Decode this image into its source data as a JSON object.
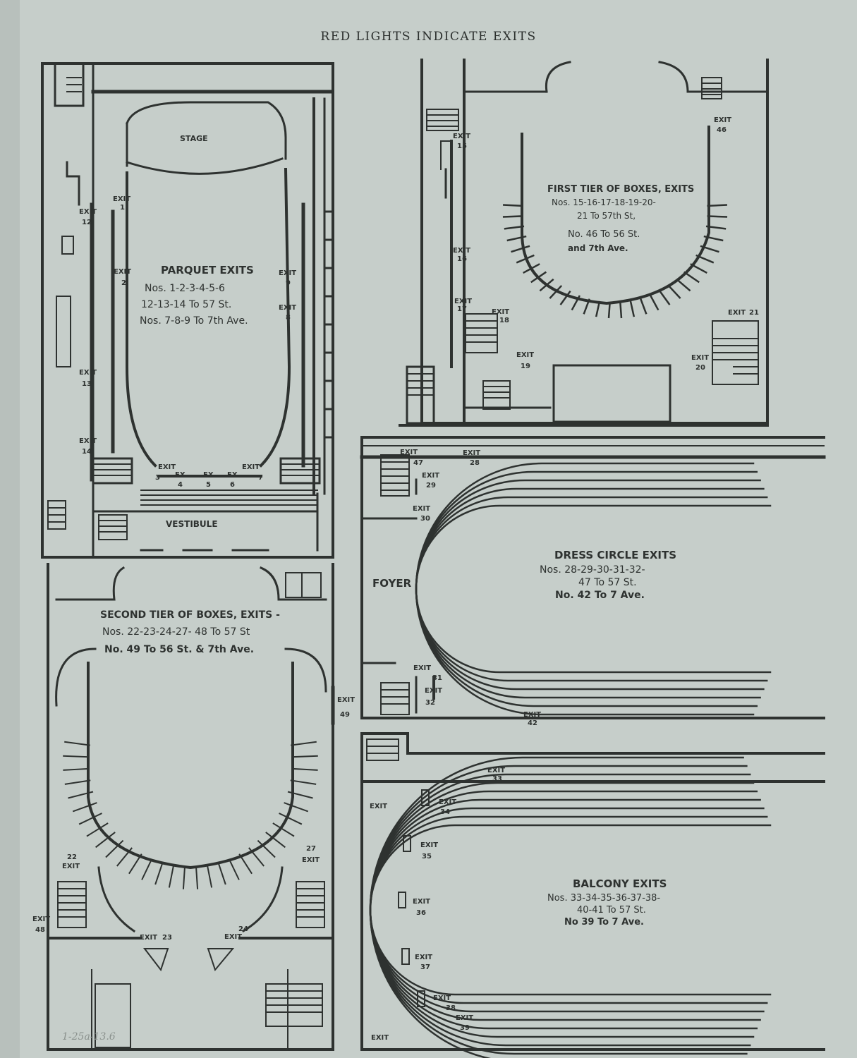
{
  "title": "RED LIGHTS INDICATE EXITS",
  "catalog_note": "1-25a-13.6",
  "colors": {
    "paper": "#c6ceca",
    "ink": "#2e3230",
    "edge": "#b8c0bc"
  },
  "rooms": {
    "stage": "STAGE",
    "vestibule": "VESTIBULE",
    "foyer": "FOYER"
  },
  "panels": {
    "parquet": {
      "heading": "PARQUET EXITS",
      "lines": [
        "Nos. 1-2-3-4-5-6",
        "12-13-14 To 57 St.",
        "Nos. 7-8-9 To 7th Ave."
      ]
    },
    "first_tier": {
      "heading": "FIRST TIER OF BOXES, EXITS",
      "lines": [
        "Nos. 15-16-17-18-19-20-",
        "21 To 57th St,",
        "No. 46 To 56 St.",
        "and 7th Ave."
      ]
    },
    "second_tier": {
      "heading": "SECOND TIER OF BOXES, EXITS -",
      "lines": [
        "Nos. 22-23-24-27- 48 To 57 St",
        "No. 49 To 56 St. & 7th Ave."
      ]
    },
    "dress_circle": {
      "heading": "DRESS CIRCLE EXITS",
      "lines": [
        "Nos. 28-29-30-31-32-",
        "47 To 57 St.",
        "No. 42 To 7 Ave."
      ]
    },
    "balcony": {
      "heading": "BALCONY EXITS",
      "lines": [
        "Nos. 33-34-35-36-37-38-",
        "40-41 To 57 St.",
        "No 39 To 7 Ave."
      ]
    }
  },
  "exits": {
    "word": "EXIT",
    "ex_word": "EX",
    "n1": "1",
    "n2": "2",
    "n3": "3",
    "n4": "4",
    "n5": "5",
    "n6": "6",
    "n7": "7",
    "n8": "8",
    "n9": "9",
    "n12": "12",
    "n13": "13",
    "n14": "14",
    "n15": "15",
    "n16": "16",
    "n17": "17",
    "n18": "18",
    "n19": "19",
    "n20": "20",
    "n21": "21",
    "n46": "46",
    "n22": "22",
    "n23": "23",
    "n24": "24",
    "n27": "27",
    "n48": "48",
    "n49": "49",
    "n28": "28",
    "n29": "29",
    "n30": "30",
    "n31": "31",
    "n32": "32",
    "n42": "42",
    "n47": "47",
    "n33": "33",
    "n34": "34",
    "n35": "35",
    "n36": "36",
    "n37": "37",
    "n38": "38",
    "n39": "39"
  }
}
